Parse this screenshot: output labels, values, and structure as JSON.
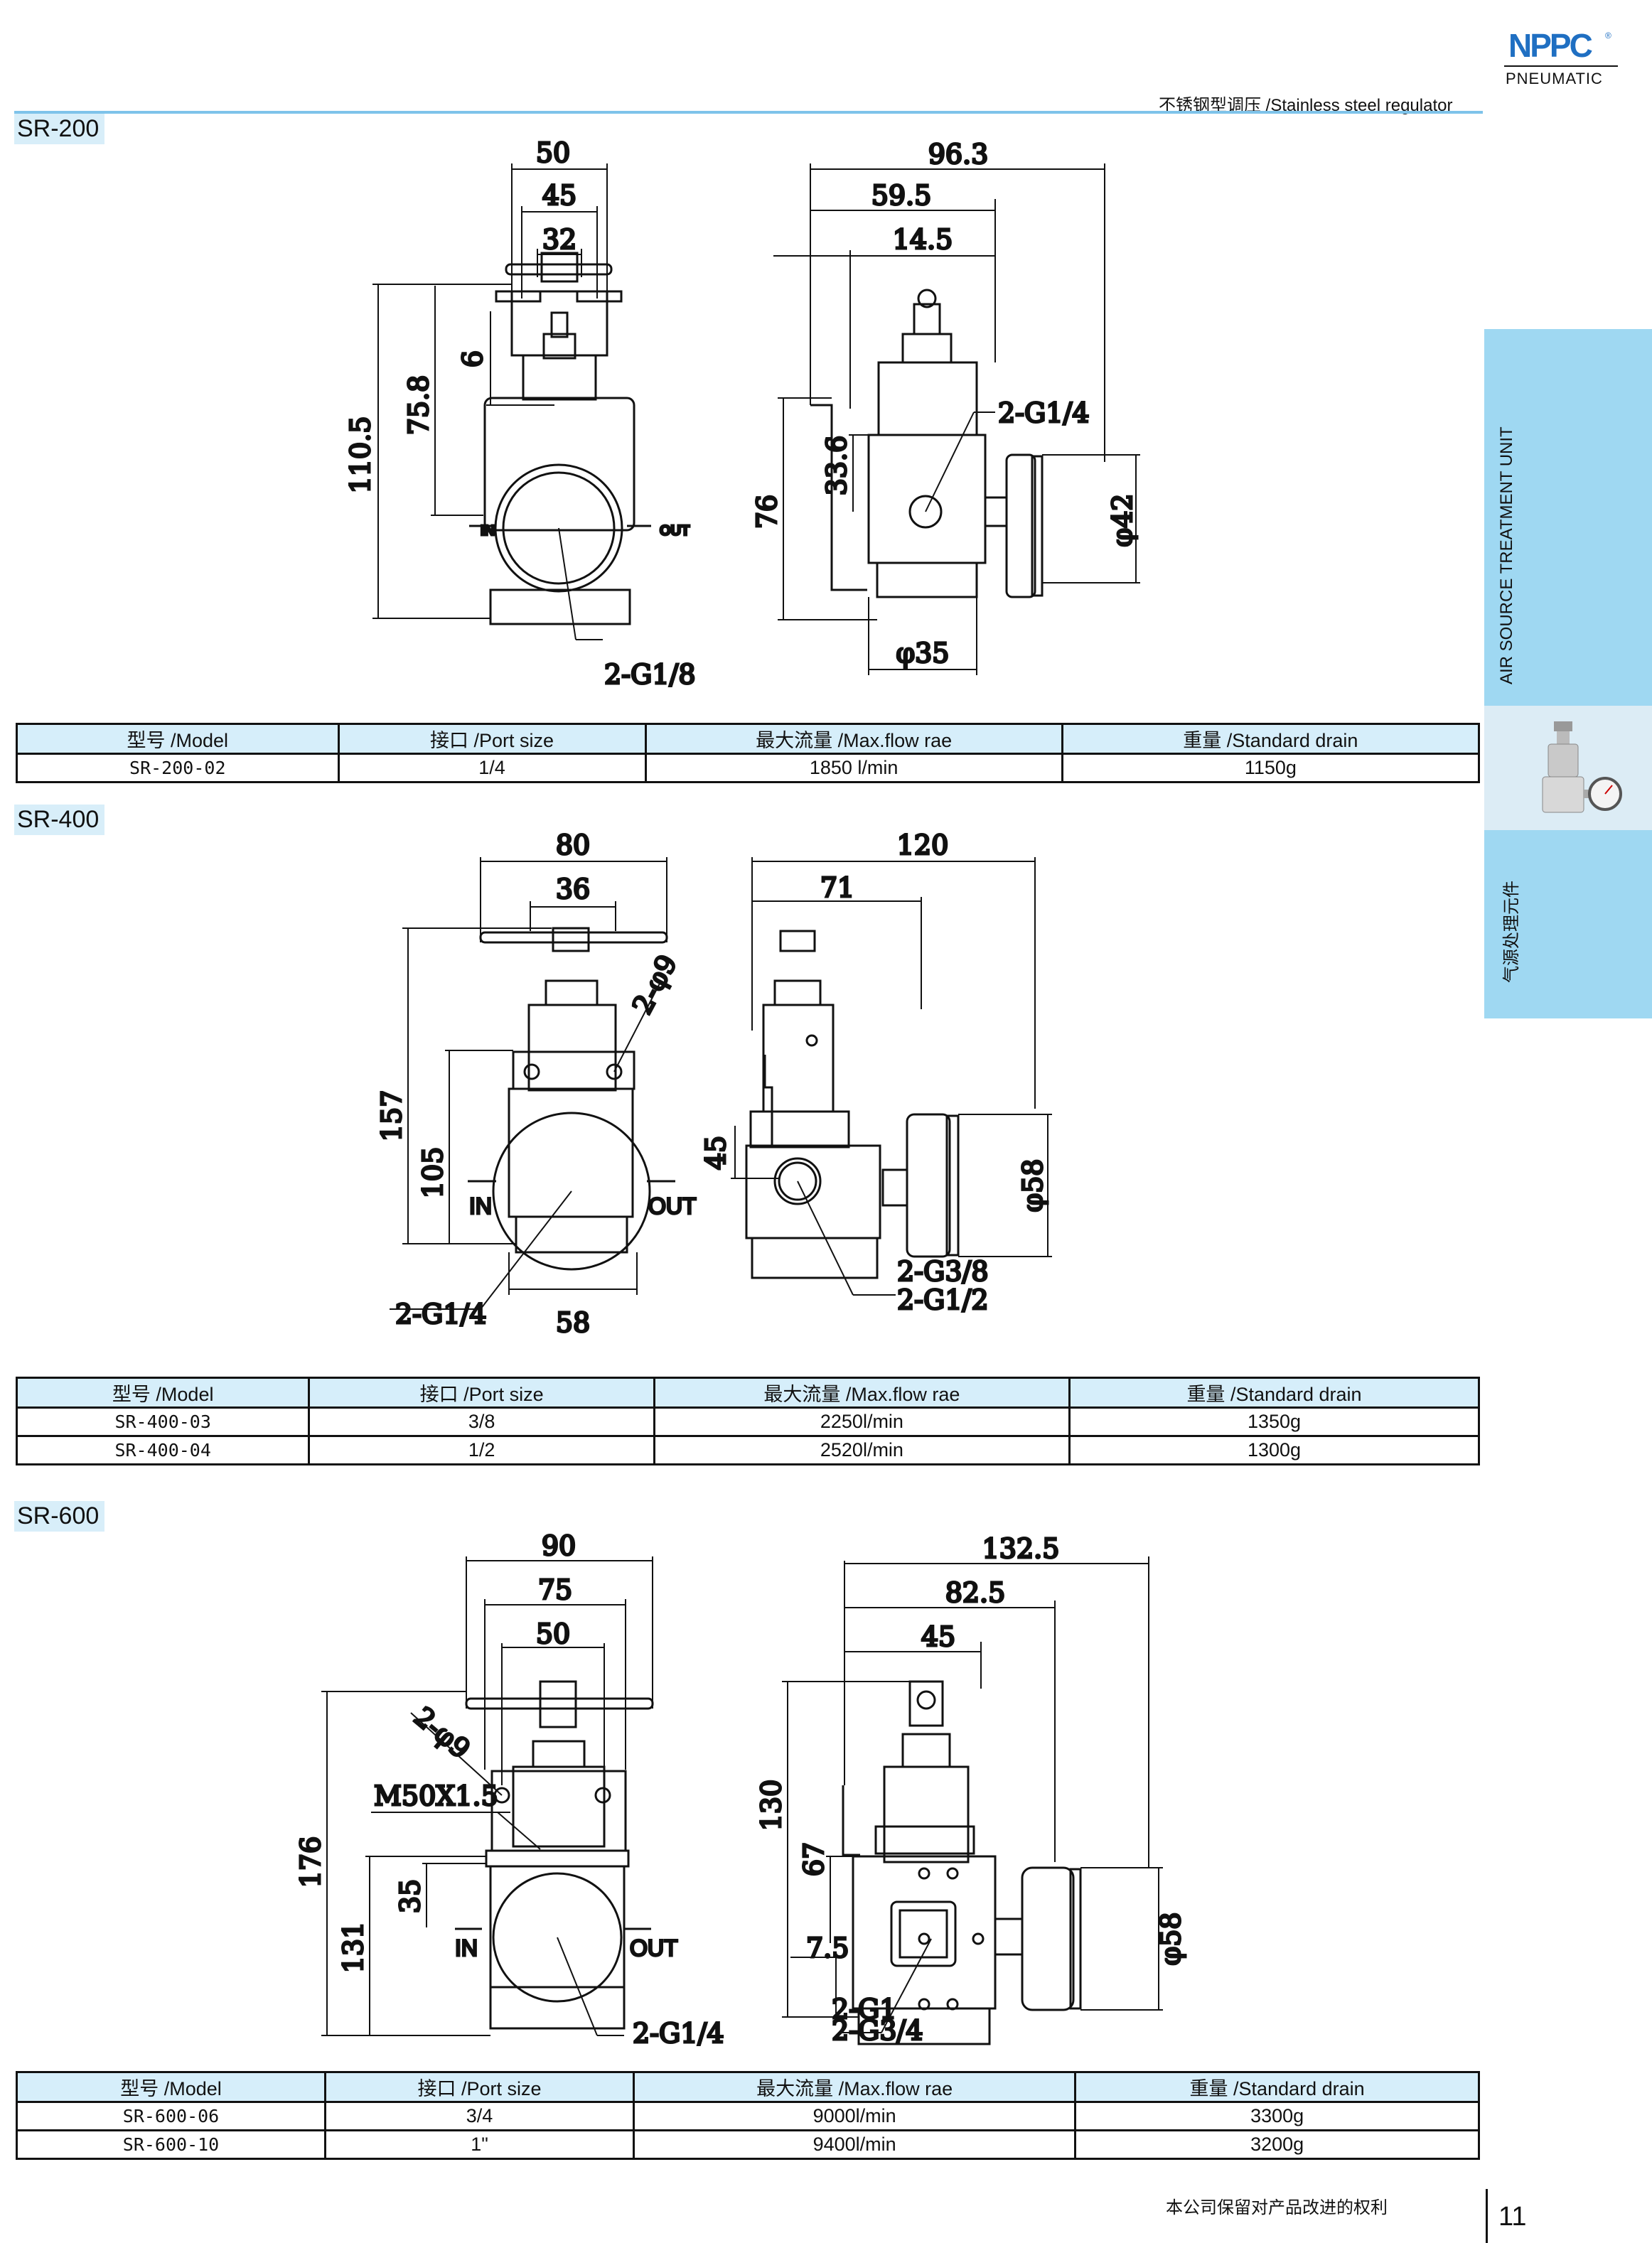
{
  "brand": {
    "logo": "NPPC",
    "subtitle": "PNEUMATIC",
    "accent": "#1f6fc2"
  },
  "header": {
    "title": "不锈钢型调压 /Stainless steel regulator"
  },
  "side_tab": {
    "upper": "AIR SOURCE TREATMENT UNIT",
    "lower": "气源处理元件",
    "image_icon": "regulator-gauge-icon"
  },
  "sections": [
    {
      "name": "SR-200",
      "dims": {
        "w1": "50",
        "w2": "45",
        "w3": "32",
        "h1": "110.5",
        "h2": "75.8",
        "h3": "6",
        "s1": "96.3",
        "s2": "59.5",
        "s3": "14.5",
        "sh1": "76",
        "sh2": "33.6",
        "port1": "2-G1/4",
        "port2": "2-G1/8",
        "gauge": "φ42",
        "base": "φ35",
        "in": "IN",
        "out": "OUT"
      }
    },
    {
      "name": "SR-400",
      "dims": {
        "w1": "80",
        "w2": "36",
        "h1": "157",
        "h2": "105",
        "bottom": "58",
        "hole": "2-φ9",
        "port": "2-G1/4",
        "s1": "120",
        "s2": "71",
        "sh1": "45",
        "gauge": "φ58",
        "sp1": "2-G3/8",
        "sp2": "2-G1/2",
        "in": "IN",
        "out": "OUT"
      }
    },
    {
      "name": "SR-600",
      "dims": {
        "w1": "90",
        "w2": "75",
        "w3": "50",
        "h1": "176",
        "h2": "131",
        "h3": "35",
        "hole": "2-φ9",
        "thread": "M50X1.5",
        "port": "2-G1/4",
        "s1": "132.5",
        "s2": "82.5",
        "s3": "45",
        "sh1": "130",
        "sh2": "67",
        "sh3": "7.5",
        "gauge": "φ58",
        "sp1": "2-G1",
        "sp2": "2-G3/4",
        "in": "IN",
        "out": "OUT"
      }
    }
  ],
  "table_headers": [
    "型号 /Model",
    "接口 /Port size",
    "最大流量 /Max.flow rae",
    "重量 /Standard drain"
  ],
  "tables": [
    {
      "rows": [
        [
          "SR-200-02",
          "1/4",
          "1850 l/min",
          "1150g"
        ]
      ]
    },
    {
      "rows": [
        [
          "SR-400-03",
          "3/8",
          "2250l/min",
          "1350g"
        ],
        [
          "SR-400-04",
          "1/2",
          "2520l/min",
          "1300g"
        ]
      ]
    },
    {
      "rows": [
        [
          "SR-600-06",
          "3/4",
          "9000l/min",
          "3300g"
        ],
        [
          "SR-600-10",
          "1\"",
          "9400l/min",
          "3200g"
        ]
      ]
    }
  ],
  "footer": {
    "note": "本公司保留对产品改进的权利",
    "page": "11"
  }
}
